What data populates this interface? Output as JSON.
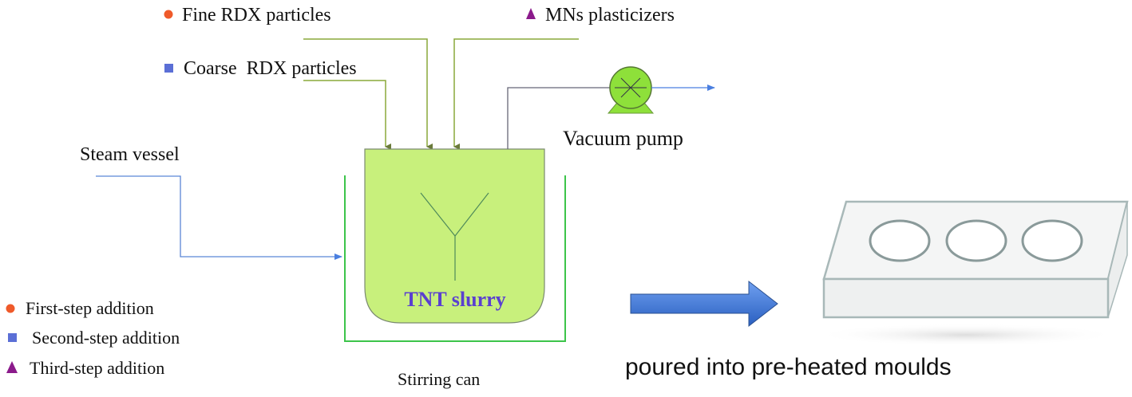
{
  "inputs": {
    "fine": "Fine RDX particles",
    "coarse": "Coarse  RDX particles",
    "mns": "MNs plasticizers"
  },
  "labels": {
    "steam_vessel": "Steam vessel",
    "vacuum_pump": "Vacuum pump",
    "tnt_slurry": "TNT slurry",
    "stirring_can": "Stirring can",
    "poured": "poured into pre-heated moulds"
  },
  "legend": [
    {
      "marker": "circle",
      "label": "First-step addition"
    },
    {
      "marker": "square",
      "label": "Second-step addition"
    },
    {
      "marker": "triangle",
      "label": "Third-step addition"
    }
  ],
  "colors": {
    "circle": "#ef5a2a",
    "square": "#5b6fd6",
    "triangle": "#8b1a8b",
    "slurry_fill": "#c8f07c",
    "feed_line": "#8aa83a",
    "steam_line": "#5b86d6",
    "slurry_text": "#5a3fd0",
    "arrow": "#3f78d8"
  }
}
